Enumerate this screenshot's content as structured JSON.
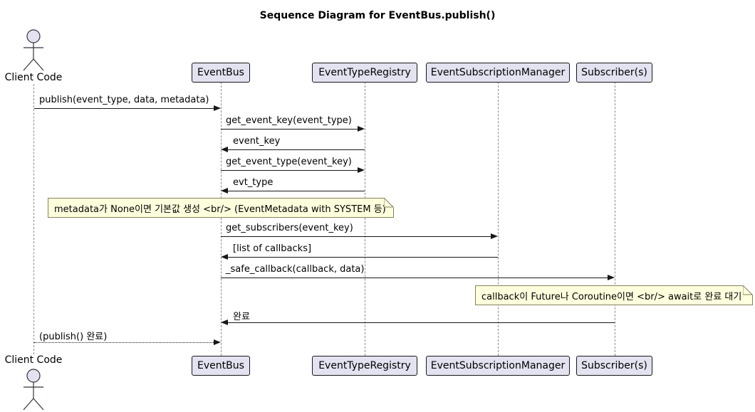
{
  "title": "Sequence Diagram for EventBus.publish()",
  "diagram_type": "sequence",
  "actor": {
    "label": "Client Code"
  },
  "participants": [
    {
      "label": "EventBus"
    },
    {
      "label": "EventTypeRegistry"
    },
    {
      "label": "EventSubscriptionManager"
    },
    {
      "label": "Subscriber(s)"
    }
  ],
  "messages": [
    {
      "label": "publish(event_type, data, metadata)",
      "from": "Client Code",
      "to": "EventBus",
      "line": "solid",
      "direction": "right"
    },
    {
      "label": "get_event_key(event_type)",
      "from": "EventBus",
      "to": "EventTypeRegistry",
      "line": "solid",
      "direction": "right"
    },
    {
      "label": "event_key",
      "from": "EventTypeRegistry",
      "to": "EventBus",
      "line": "solid",
      "direction": "left"
    },
    {
      "label": "get_event_type(event_key)",
      "from": "EventBus",
      "to": "EventTypeRegistry",
      "line": "solid",
      "direction": "right"
    },
    {
      "label": "evt_type",
      "from": "EventTypeRegistry",
      "to": "EventBus",
      "line": "solid",
      "direction": "left"
    },
    {
      "label": "get_subscribers(event_key)",
      "from": "EventBus",
      "to": "EventSubscriptionManager",
      "line": "solid",
      "direction": "right"
    },
    {
      "label": "[list of callbacks]",
      "from": "EventSubscriptionManager",
      "to": "EventBus",
      "line": "solid",
      "direction": "left"
    },
    {
      "label": "_safe_callback(callback, data)",
      "from": "EventBus",
      "to": "Subscriber(s)",
      "line": "solid",
      "direction": "right"
    },
    {
      "label": "완료",
      "from": "Subscriber(s)",
      "to": "EventBus",
      "line": "solid",
      "direction": "left"
    },
    {
      "label": "(publish() 완료)",
      "from": "Client Code",
      "to": "EventBus",
      "line": "dotted",
      "direction": "right"
    }
  ],
  "notes": [
    {
      "text": "metadata가 None이면 기본값 생성 <br/> (EventMetadata with SYSTEM 등)"
    },
    {
      "text": "callback이 Future나 Coroutine이면 <br/> await로 완료 대기"
    }
  ],
  "colors": {
    "participant_fill": "#E2E2F0",
    "participant_border": "#181818",
    "note_fill": "#FEFFDD",
    "note_border": "#82825d",
    "lifeline": "#8c8c8c",
    "arrow": "#181818",
    "background": "#ffffff"
  }
}
